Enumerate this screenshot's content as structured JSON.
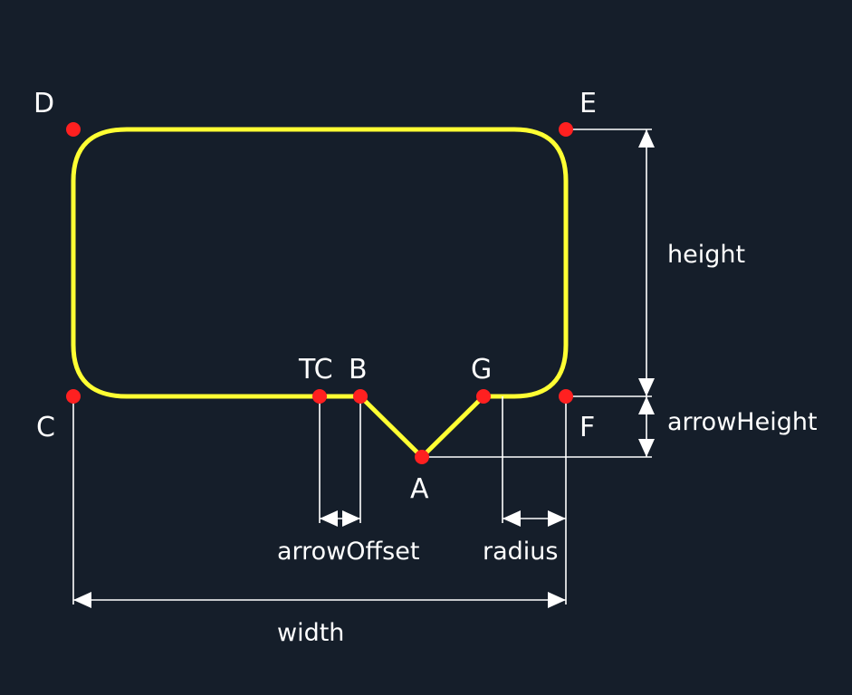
{
  "colors": {
    "background": "#151e2a",
    "outline": "#ffff33",
    "point": "#ff2020",
    "annotation": "#ffffff"
  },
  "points": {
    "A": "A",
    "B": "B",
    "C": "C",
    "D": "D",
    "E": "E",
    "F": "F",
    "G": "G",
    "TC": "TC"
  },
  "dimensions": {
    "width": "width",
    "height": "height",
    "arrowHeight": "arrowHeight",
    "arrowOffset": "arrowOffset",
    "radius": "radius"
  }
}
